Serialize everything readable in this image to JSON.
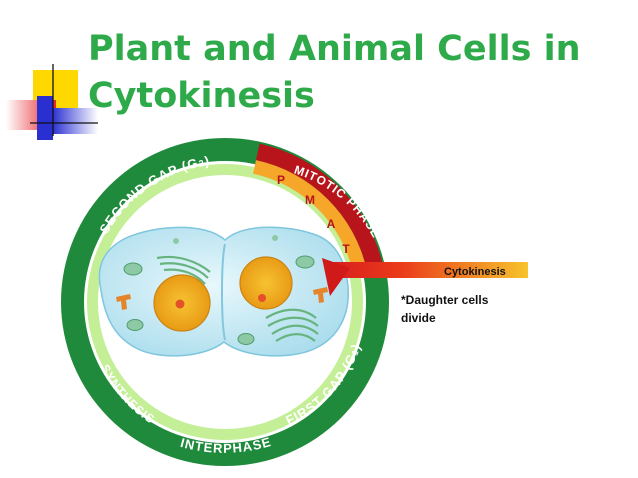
{
  "slide": {
    "title_line1": "Plant and Animal Cells in",
    "title_line2": "Cytokinesis"
  },
  "cycle": {
    "interphase": "INTERPHASE",
    "second_gap": "SECOND GAP (G",
    "second_gap_sub": "2",
    "first_gap": "FIRST GAP (G",
    "first_gap_sub": "1",
    "synthesis": "SYNTHESIS",
    "mitotic_phase": "MITOTIC PHASE",
    "stage_p": "P",
    "stage_m": "M",
    "stage_a": "A",
    "stage_t": "T"
  },
  "callout": {
    "cytokinesis_label": "Cytokinesis",
    "note_line1": "*Daughter cells",
    "note_line2": "divide"
  },
  "colors": {
    "title": "#2eaa4a",
    "outer_ring": "#1f8a3c",
    "inner_ring": "#c4ef97",
    "mitotic_band": "#b8141b",
    "cell": "#c9ecf6",
    "nucleus": "#f1a718"
  }
}
